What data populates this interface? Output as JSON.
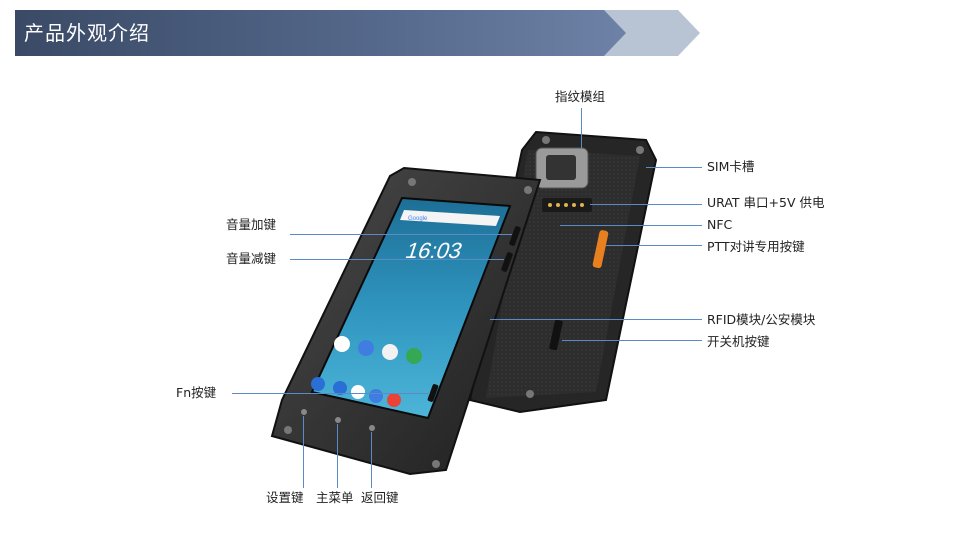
{
  "header": {
    "title": "产品外观介绍"
  },
  "callouts": {
    "fingerprint": "指纹模组",
    "sim_slot": "SIM卡槽",
    "urat": "URAT 串口+5V 供电",
    "nfc": "NFC",
    "ptt": "PTT对讲专用按键",
    "rfid": "RFID模块/公安模块",
    "power": "开关机按键",
    "volume_up": "音量加键",
    "volume_down": "音量减键",
    "fn": "Fn按键",
    "settings": "设置键",
    "home": "主菜单",
    "back": "返回键"
  },
  "screen": {
    "clock": "16:03",
    "search_brand": "Google"
  },
  "colors": {
    "banner": "#3a4a66",
    "chevron": "#b8c4d4",
    "callout_line": "#5a8bc7",
    "ptt_button": "#e8801f",
    "body": "#2b2b2b"
  }
}
